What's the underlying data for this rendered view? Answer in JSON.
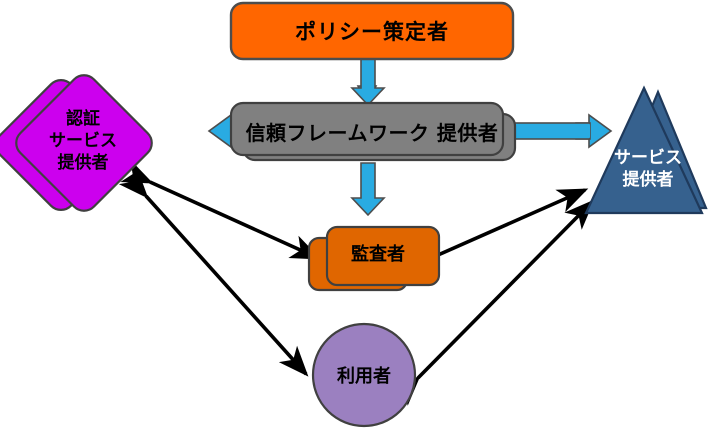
{
  "diagram": {
    "title": "Trust Framework Ecosystem Diagram",
    "background_color": "#ffffff",
    "nodes": [
      {
        "id": "policy-maker",
        "label": "ポリシー策定者",
        "shape": "rounded-rectangle",
        "fill": "#FF6600",
        "stroke": "#404040",
        "text_color": "#000000"
      },
      {
        "id": "trust-framework-provider",
        "label": "信頼フレームワーク  提供者",
        "shape": "stacked-rounded-rectangle",
        "fill": "#808080",
        "stroke": "#404040",
        "text_color": "#000000"
      },
      {
        "id": "auth-service-provider",
        "label": "認証\nサービス\n提供者",
        "shape": "stacked-diamond",
        "fill": "#CC00EE",
        "stroke": "#404040",
        "text_color": "#000000"
      },
      {
        "id": "service-provider",
        "label": "サービス\n提供者",
        "shape": "stacked-triangle",
        "fill": "#36618E",
        "stroke": "#1F3A5C",
        "text_color": "#ffffff"
      },
      {
        "id": "auditor",
        "label": "監査者",
        "shape": "stacked-rounded-rectangle",
        "fill": "#E06600",
        "stroke": "#404040",
        "text_color": "#000000"
      },
      {
        "id": "user",
        "label": "利用者",
        "shape": "circle",
        "fill": "#9B80C0",
        "stroke": "#404040",
        "text_color": "#000000"
      }
    ],
    "connectors": [
      {
        "id": "policy-to-framework",
        "from": "policy-maker",
        "to": "trust-framework-provider",
        "style": "block-arrow",
        "direction": "down",
        "color": "#29ABE2"
      },
      {
        "id": "framework-to-auth",
        "from": "trust-framework-provider",
        "to": "auth-service-provider",
        "style": "block-arrow",
        "direction": "left",
        "color": "#29ABE2"
      },
      {
        "id": "framework-to-service",
        "from": "trust-framework-provider",
        "to": "service-provider",
        "style": "block-arrow",
        "direction": "right",
        "color": "#29ABE2"
      },
      {
        "id": "framework-to-auditor",
        "from": "trust-framework-provider",
        "to": "auditor",
        "style": "block-arrow",
        "direction": "down",
        "color": "#29ABE2"
      },
      {
        "id": "auth-to-auditor",
        "from": "auth-service-provider",
        "to": "auditor",
        "style": "line-double-arrow",
        "color": "#000000"
      },
      {
        "id": "auth-to-user",
        "from": "auth-service-provider",
        "to": "user",
        "style": "line-double-arrow",
        "color": "#000000"
      },
      {
        "id": "auditor-to-service",
        "from": "auditor",
        "to": "service-provider",
        "style": "line-double-arrow",
        "color": "#000000"
      },
      {
        "id": "user-to-service",
        "from": "user",
        "to": "service-provider",
        "style": "line-double-arrow",
        "color": "#000000"
      }
    ]
  }
}
